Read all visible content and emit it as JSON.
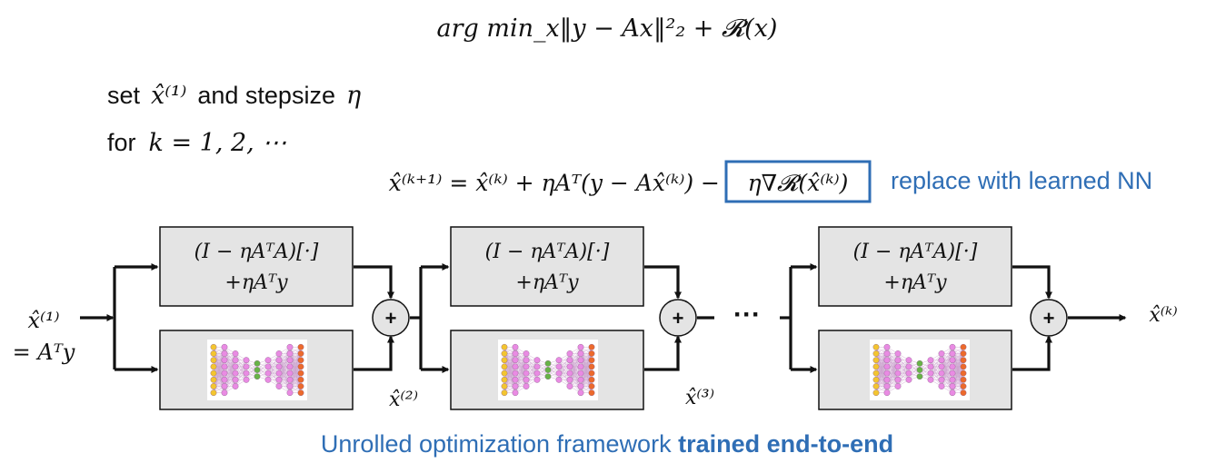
{
  "objective": "arg min_x‖y − Ax‖²₂ + 𝓡(x)",
  "algorithm": {
    "init_prefix": "set",
    "init_var": "x̂⁽¹⁾",
    "init_suffix": "and stepsize",
    "stepsize_symbol": "η",
    "loop_prefix": "for",
    "loop_range": "k = 1, 2, ⋯",
    "update_main": "x̂⁽ᵏ⁺¹⁾ = x̂⁽ᵏ⁾ + ηAᵀ(y − Ax̂⁽ᵏ⁾) −",
    "update_boxed": "η∇𝓡(x̂⁽ᵏ⁾)",
    "replace_note": "replace with learned NN"
  },
  "blocks": {
    "gradient_line1": "(I − ηAᵀA)[·]",
    "gradient_line2": "+ηAᵀy",
    "sum_symbol": "+",
    "ellipsis": "···"
  },
  "labels": {
    "input_line1": "x̂⁽¹⁾",
    "input_line2": "= Aᵀy",
    "x2": "x̂⁽²⁾",
    "x3": "x̂⁽³⁾",
    "output": "x̂⁽ᵏ⁾"
  },
  "caption": {
    "normal": "Unrolled optimization framework ",
    "bold": "trained end-to-end"
  },
  "colors": {
    "accent_blue": "#2f6eb5",
    "box_fill": "#e4e4e4",
    "nn_node_pink": "#e98be3",
    "nn_node_yellow": "#f3c530",
    "nn_node_green": "#67b347",
    "nn_node_orange": "#ec6a2c"
  }
}
